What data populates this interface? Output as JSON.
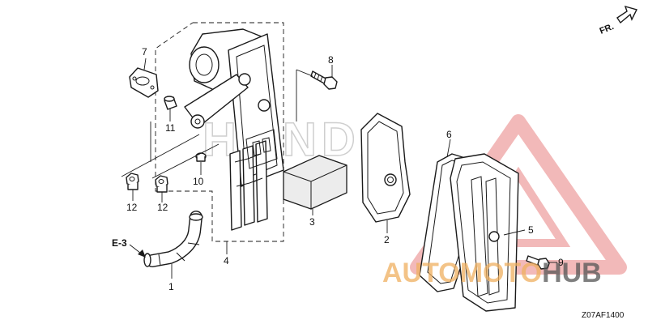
{
  "parts": [
    {
      "id": "part-1",
      "label": "1"
    },
    {
      "id": "part-2",
      "label": "2"
    },
    {
      "id": "part-3",
      "label": "3"
    },
    {
      "id": "part-4",
      "label": "4"
    },
    {
      "id": "part-5",
      "label": "5"
    },
    {
      "id": "part-6",
      "label": "6"
    },
    {
      "id": "part-7",
      "label": "7"
    },
    {
      "id": "part-8",
      "label": "8"
    },
    {
      "id": "part-9",
      "label": "9"
    },
    {
      "id": "part-10",
      "label": "10"
    },
    {
      "id": "part-11",
      "label": "11"
    },
    {
      "id": "part-12a",
      "label": "12"
    },
    {
      "id": "part-12b",
      "label": "12"
    }
  ],
  "reference": {
    "label": "E-3"
  },
  "direction": {
    "label": "FR."
  },
  "diagram_code": "Z07AF1400",
  "background_brand": "HONDA",
  "watermark": {
    "text_a": "AUTOMOTO",
    "text_b": "HUB",
    "color_a": "#f0b060",
    "color_b": "#555555",
    "accent": "#e88080"
  }
}
